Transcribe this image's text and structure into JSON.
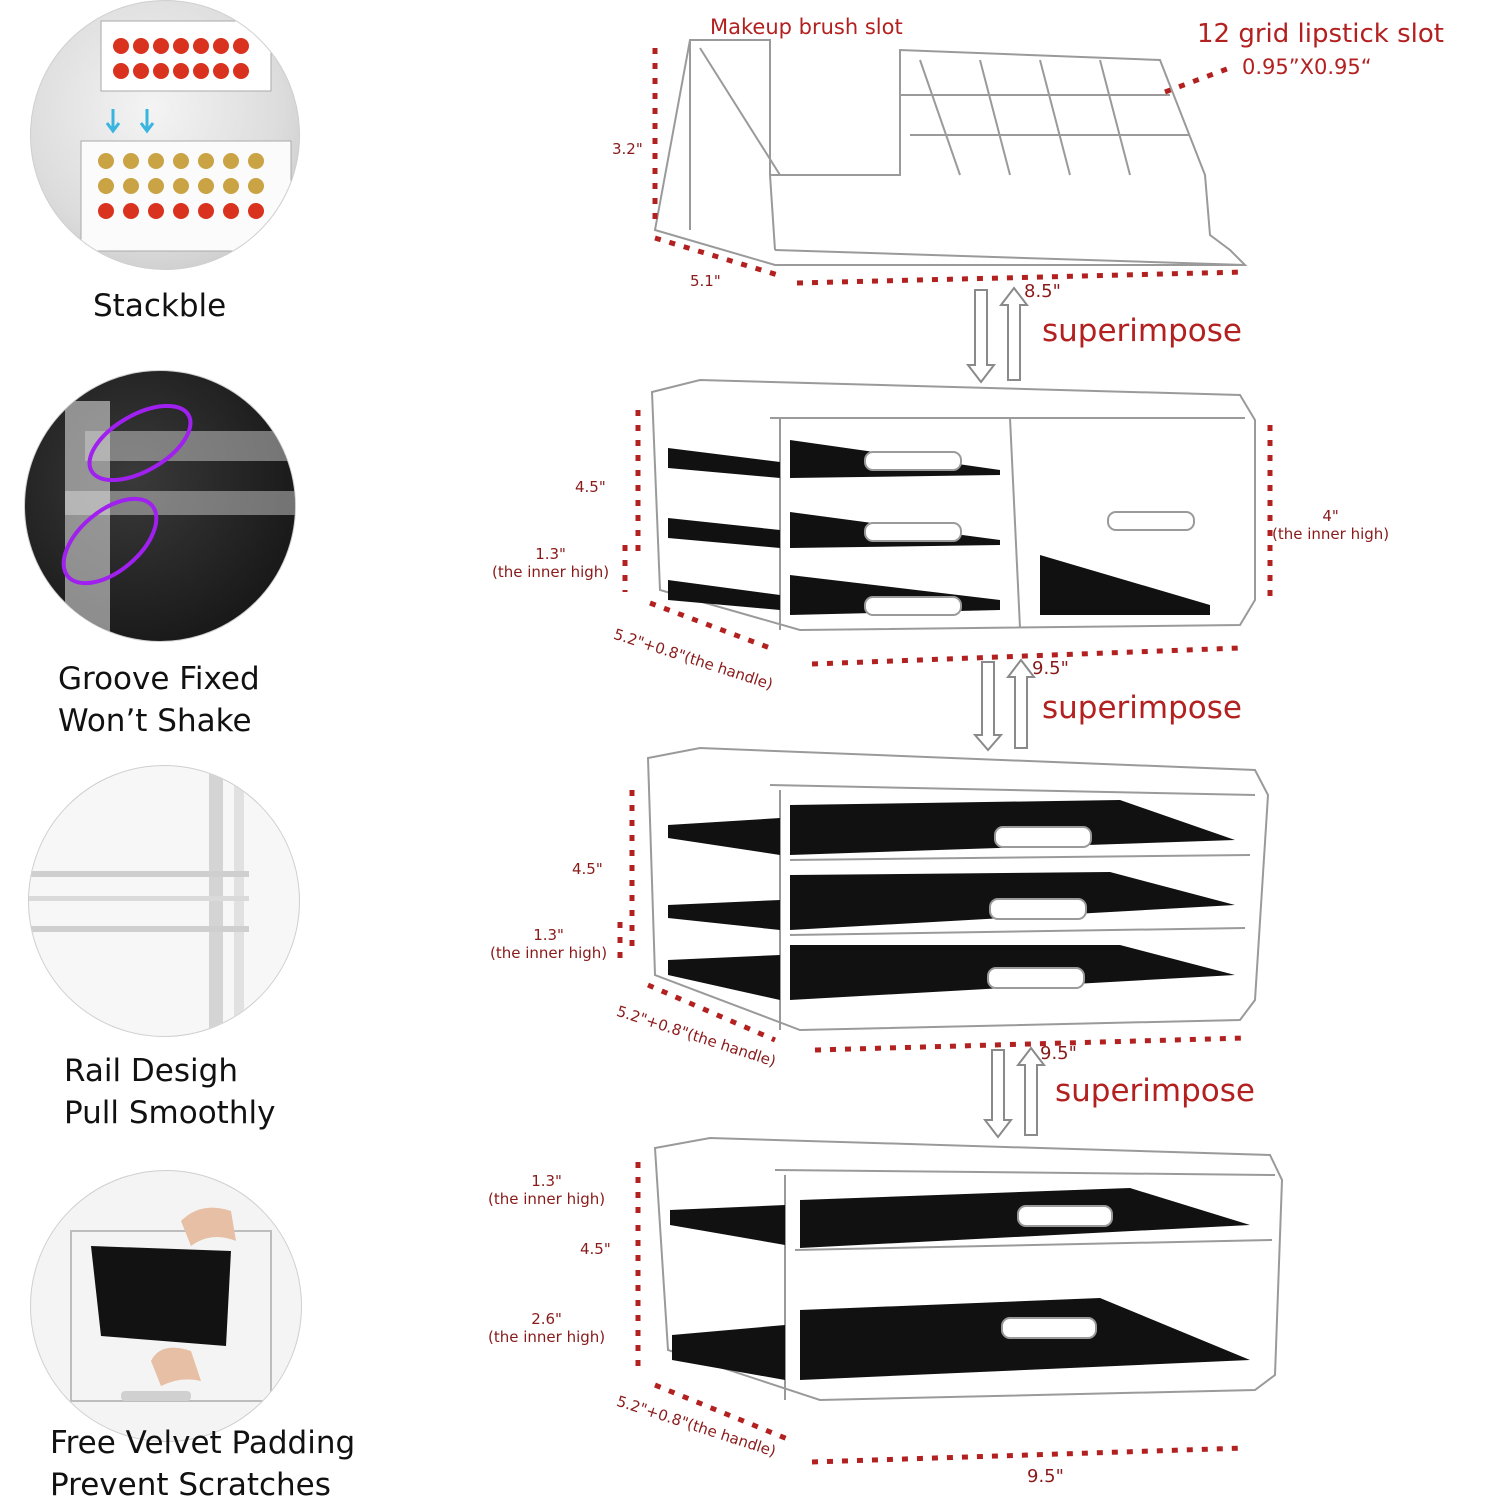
{
  "features": [
    {
      "caption_lines": [
        "Stackble"
      ]
    },
    {
      "caption_lines": [
        "Groove Fixed",
        "Won’t Shake"
      ]
    },
    {
      "caption_lines": [
        "Rail Desigh",
        "Pull Smoothly"
      ]
    },
    {
      "caption_lines": [
        "Free Velvet Padding",
        "Prevent Scratches"
      ]
    }
  ],
  "top_unit": {
    "brush_slot_label": "Makeup brush slot",
    "lipstick_label": "12 grid lipstick slot",
    "lipstick_size": "0.95”X0.95“",
    "height": "3.2\"",
    "depth": "5.1\"",
    "width": "8.5\""
  },
  "connector_label": "superimpose",
  "units": [
    {
      "height": "4.5\"",
      "inner": [
        "1.3\"",
        "(the inner high)"
      ],
      "side_inner": [
        "4\"",
        "(the inner high)"
      ],
      "depth": "5.2\"+0.8\"(the handle)",
      "width": "9.5\""
    },
    {
      "height": "4.5\"",
      "inner": [
        "1.3\"",
        "(the inner high)"
      ],
      "depth": "5.2\"+0.8\"(the handle)",
      "width": "9.5\""
    },
    {
      "inner_top": [
        "1.3\"",
        "(the inner high)"
      ],
      "height": "4.5\"",
      "inner_bottom": [
        "2.6\"",
        "(the inner high)"
      ],
      "depth": "5.2\"+0.8\"(the handle)",
      "width": "9.5\""
    }
  ],
  "colors": {
    "dimension": "#b32020",
    "velvet": "#111111",
    "acrylic": "#9a9a9a",
    "purple_highlight": "#a020f0"
  }
}
